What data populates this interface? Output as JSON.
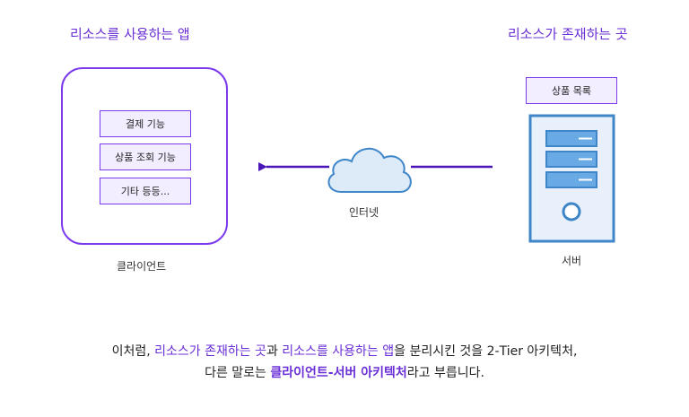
{
  "headings": {
    "client_side": "리소스를 사용하는 앱",
    "server_side": "리소스가 존재하는 곳"
  },
  "client": {
    "features": [
      "결제 기능",
      "상품 조회 기능",
      "기타 등등..."
    ],
    "caption": "클라이언트"
  },
  "internet": {
    "caption": "인터넷",
    "icon": "cloud-icon"
  },
  "server": {
    "product_list_label": "상품 목록",
    "caption": "서버",
    "icon": "server-tower-icon"
  },
  "explanation": {
    "line1_prefix": "이처럼, ",
    "line1_hl1": "리소스가 존재하는 곳",
    "line1_mid": "과 ",
    "line1_hl2": "리소스를 사용하는 앱",
    "line1_suffix": "을 분리시킨 것을 2-Tier 아키텍처,",
    "line2_prefix": "다른 말로는 ",
    "line2_hl": "클라이언트-서버 아키텍처",
    "line2_suffix": "라고 부릅니다."
  },
  "colors": {
    "accent": "#6a2fd6",
    "box_border": "#7c3aed",
    "box_fill": "#f3eeff",
    "arrow": "#4b16b8",
    "server_fill": "#e8f1fb",
    "server_stroke": "#3e86c8",
    "server_slot": "#6aaae4",
    "cloud_fill": "#ddeaf7",
    "cloud_stroke": "#3e86c8"
  }
}
